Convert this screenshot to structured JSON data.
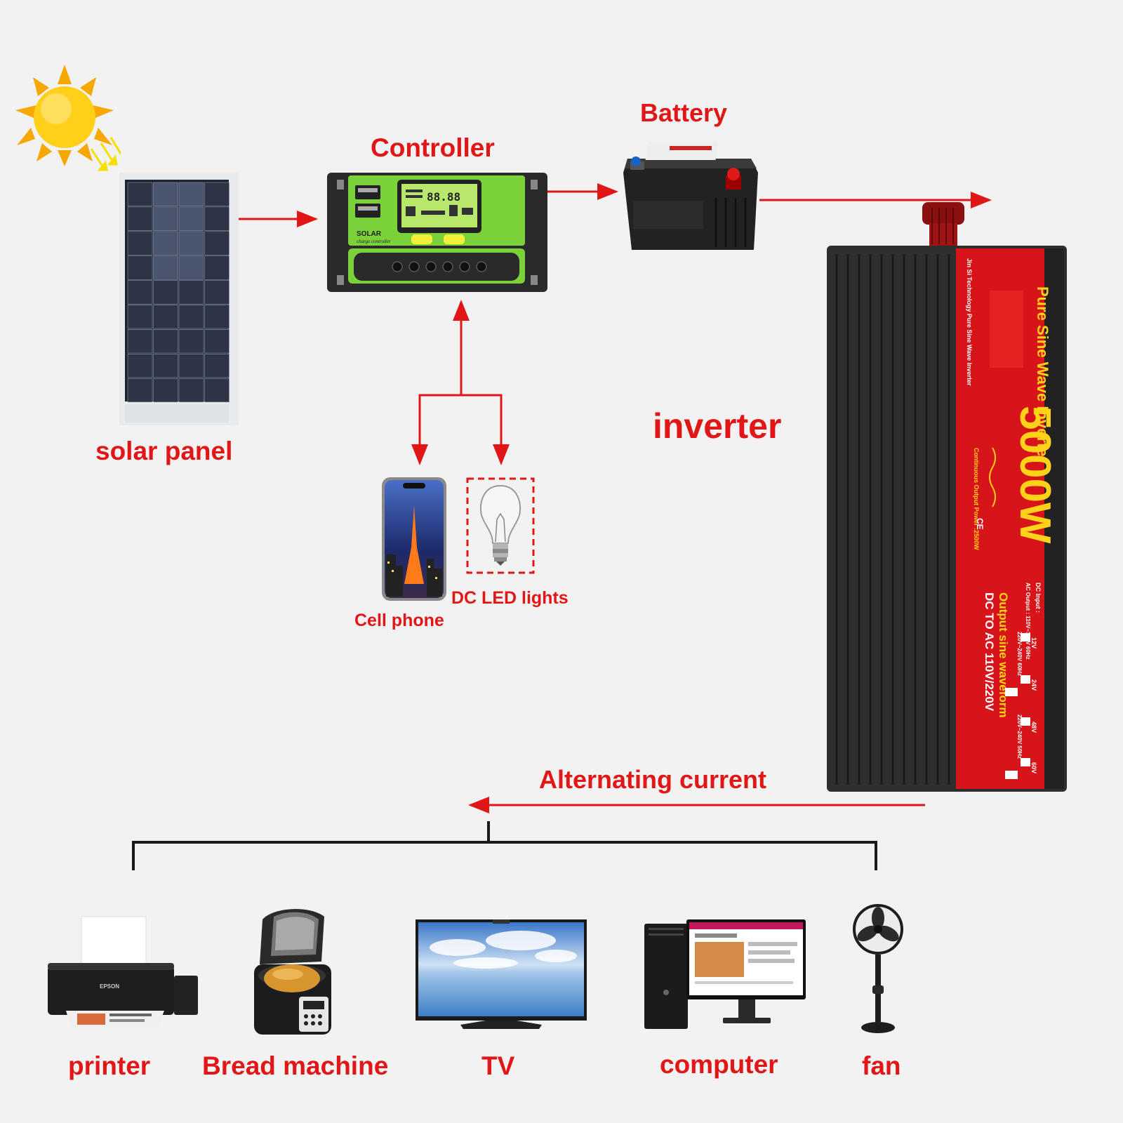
{
  "labels": {
    "solar_panel": "solar panel",
    "controller": "Controller",
    "battery": "Battery",
    "inverter": "inverter",
    "cell_phone": "Cell phone",
    "dc_led_lights": "DC LED lights",
    "alternating_current": "Alternating current",
    "printer": "printer",
    "bread_machine": "Bread machine",
    "tv": "TV",
    "computer": "computer",
    "fan": "fan"
  },
  "controller_device": {
    "brand": "SOLAR",
    "subtitle": "charge controller",
    "lcd_digits": "88.88"
  },
  "inverter_device": {
    "headline": "Pure Sine Wave Inverter",
    "power": "5000W",
    "company": "Jin Si Technology Pure Sine Wave Inverter",
    "continuous": "Continuous Output Power :2500W",
    "dc_input": "DC Input :",
    "ac_output": "AC Output : 110V~120V 60Hz",
    "ac_output_alt": "220V~240V 60Hz",
    "ac_output_alt2": "220V~240V 50Hz",
    "output_wave": "Output sine waveform",
    "dc_to_ac": "DC TO AC 110V/220V",
    "voltages": [
      "12V",
      "24V",
      "48V",
      "60V"
    ],
    "cert": "CE"
  },
  "printer_device": {
    "brand": "EPSON"
  },
  "colors": {
    "label": "#e11717",
    "arrow": "#e11717",
    "controller_green": "#7ad13a",
    "inverter_red": "#d8141b",
    "inverter_yellow": "#ffd21a"
  },
  "icons": [
    "sun-icon",
    "solar-panel-icon",
    "controller-icon",
    "battery-icon",
    "inverter-icon",
    "cell-phone-icon",
    "light-bulb-icon",
    "printer-icon",
    "bread-machine-icon",
    "tv-icon",
    "computer-icon",
    "fan-icon"
  ]
}
